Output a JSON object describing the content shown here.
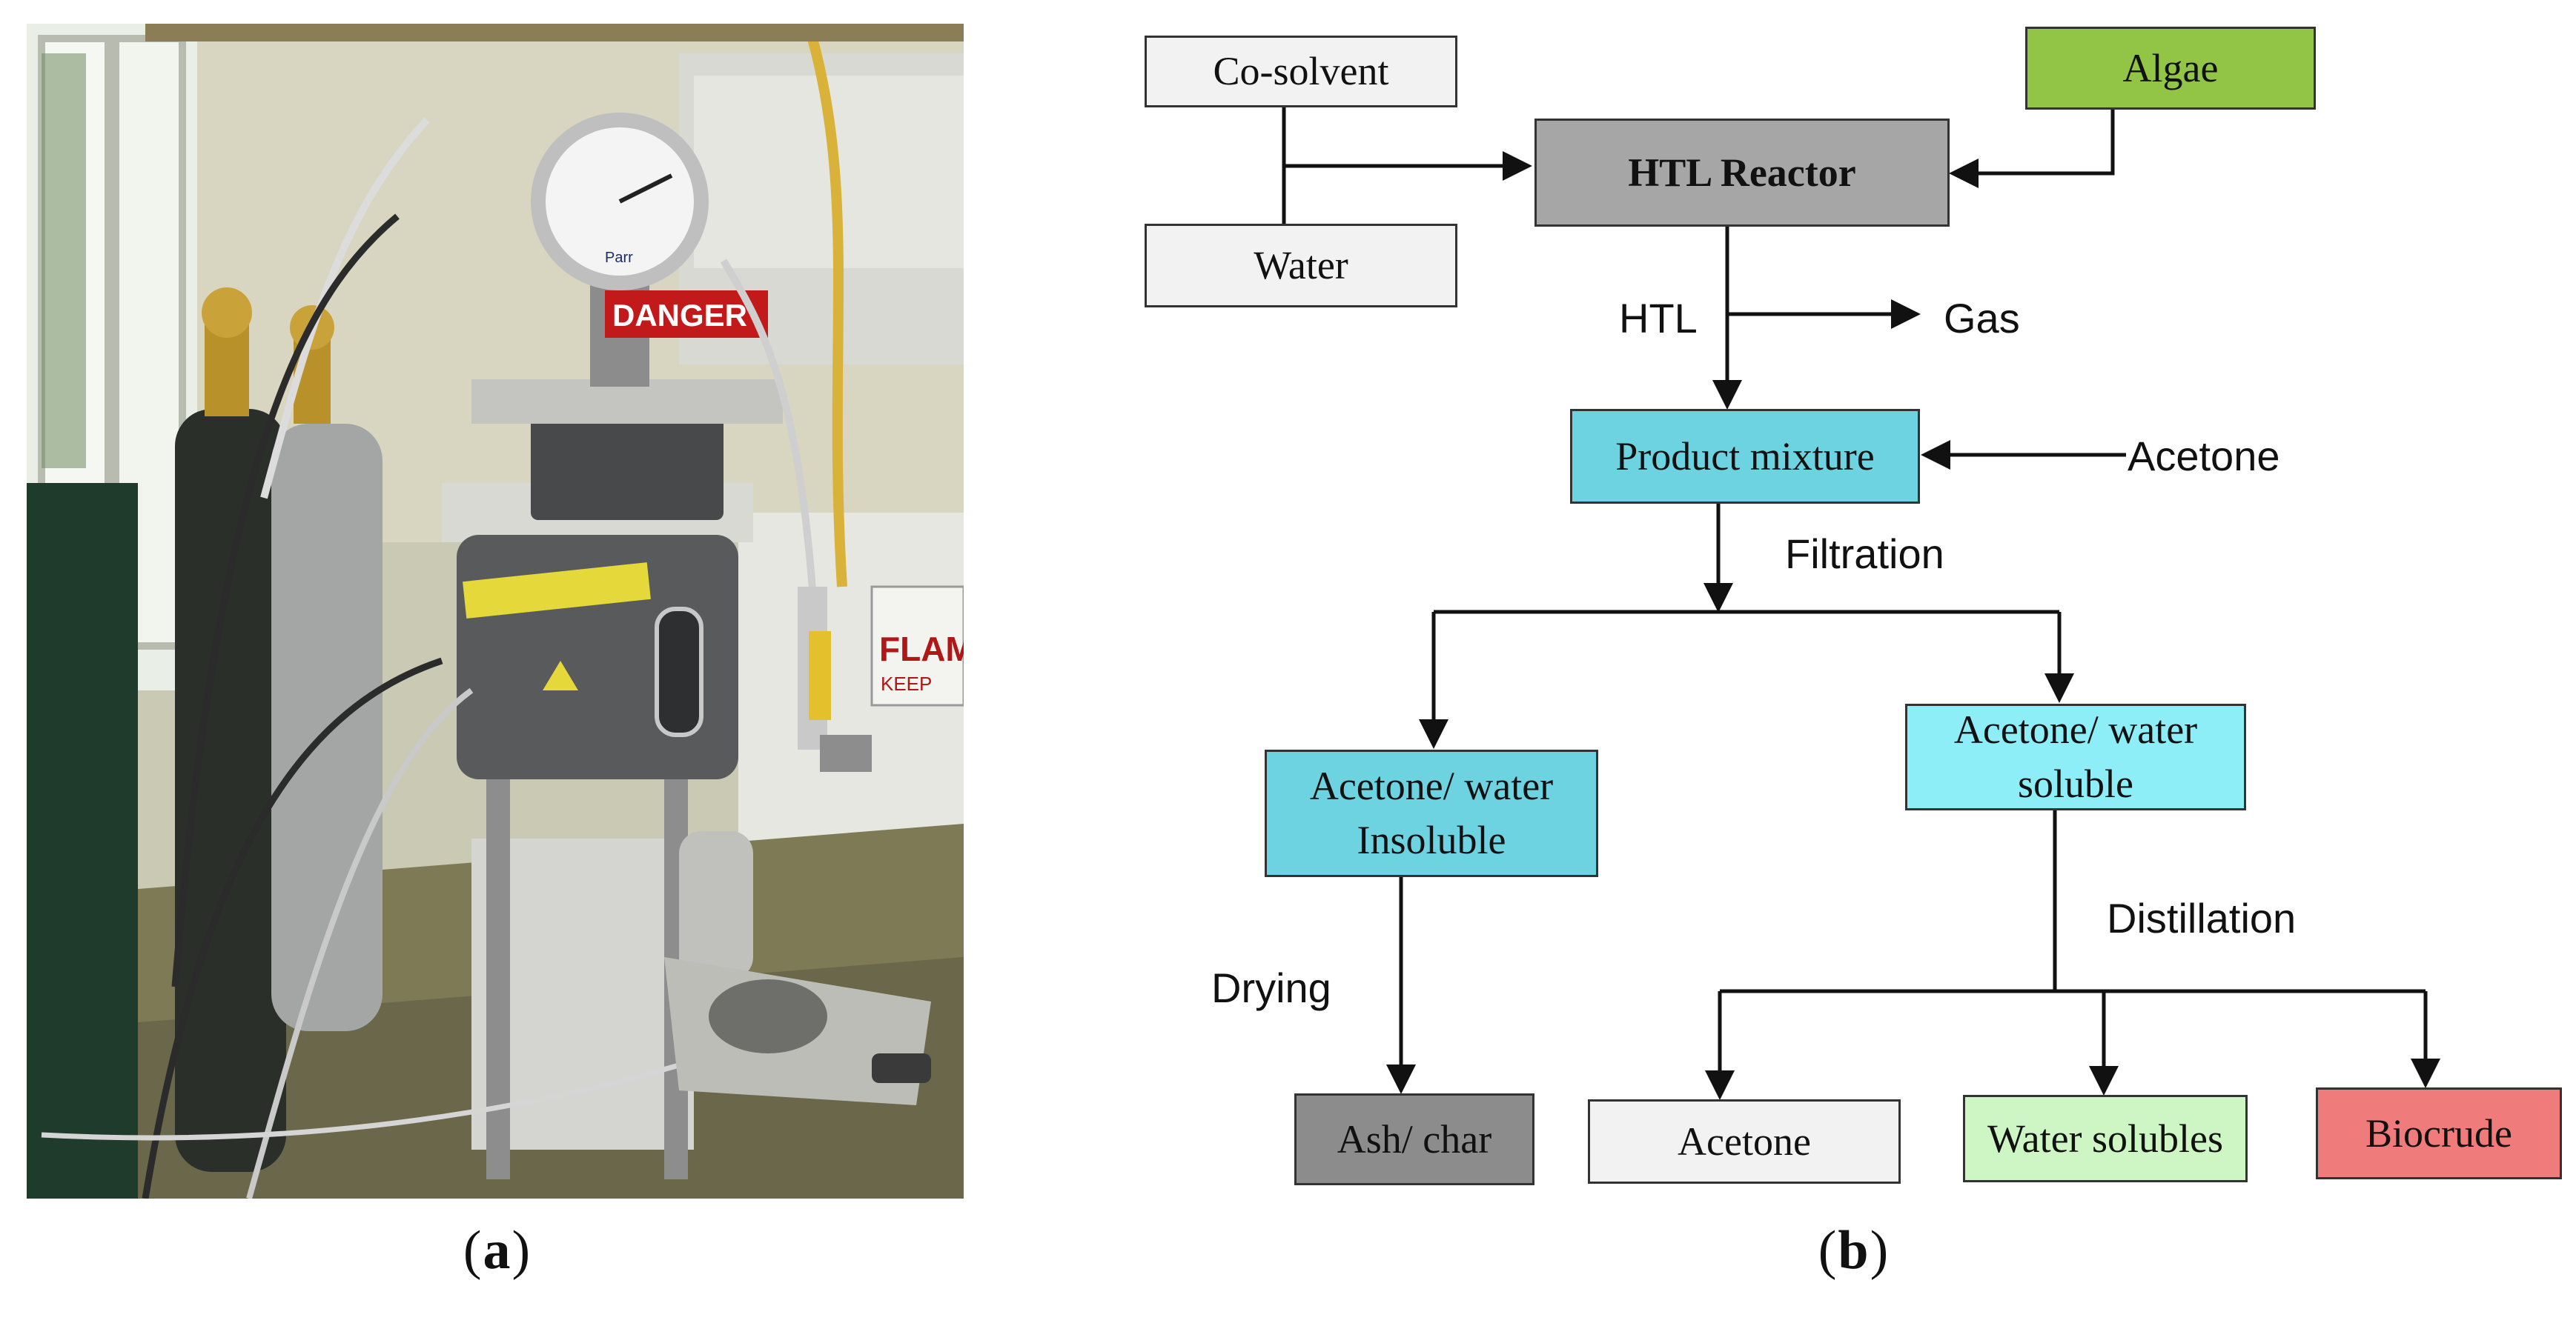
{
  "captions": {
    "a_open": "(",
    "a_letter": "a",
    "a_close": ")",
    "b_open": "(",
    "b_letter": "b",
    "b_close": ")"
  },
  "photo": {
    "gauge_tag": "Parr",
    "sign_danger": "DANGER",
    "sign_flam": "FLAM",
    "sign_keep": "KEEP"
  },
  "nodes": {
    "cosolvent": {
      "label": "Co-solvent",
      "color": "#f2f2f2"
    },
    "water": {
      "label": "Water",
      "color": "#f2f2f2"
    },
    "algae": {
      "label": "Algae",
      "color": "#92c445"
    },
    "reactor": {
      "label": "HTL Reactor",
      "color": "#a6a6a6"
    },
    "product": {
      "label": "Product mixture",
      "color": "#6dd3e0"
    },
    "insoluble": {
      "label": "Acetone/ water\nInsoluble",
      "color": "#6dd3e0"
    },
    "soluble": {
      "label": "Acetone/ water\nsoluble",
      "color": "#8deef7"
    },
    "ashchar": {
      "label": "Ash/ char",
      "color": "#8c8c8c"
    },
    "acetone_out": {
      "label": "Acetone",
      "color": "#f2f2f2"
    },
    "watersol": {
      "label": "Water solubles",
      "color": "#cdf6c4"
    },
    "biocrude": {
      "label": "Biocrude",
      "color": "#f07b7b"
    }
  },
  "edge_labels": {
    "htl": "HTL",
    "gas": "Gas",
    "acetone_in": "Acetone",
    "filtration": "Filtration",
    "drying": "Drying",
    "distillation": "Distillation"
  }
}
